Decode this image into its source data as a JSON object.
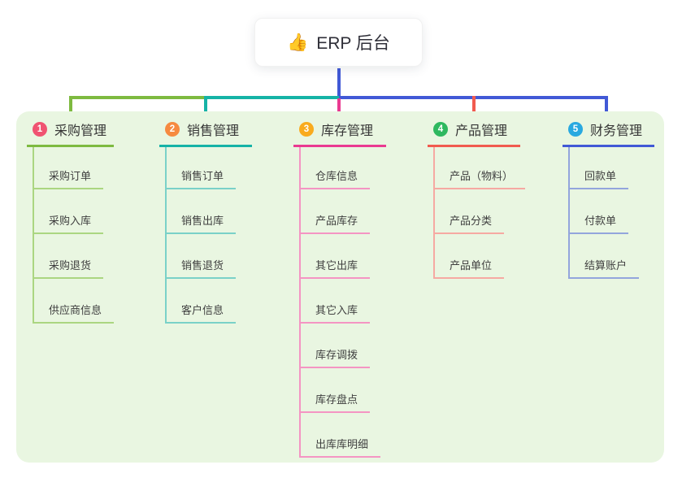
{
  "root": {
    "emoji": "👍",
    "label": "ERP 后台"
  },
  "colors": {
    "panel_bg": "#e9f6e1",
    "root_connector": "#4159d6",
    "text": "#363636"
  },
  "branches": [
    {
      "index": "1",
      "label": "采购管理",
      "badge_color": "#f05371",
      "line_color": "#7eba40",
      "child_line_color": "#abd681",
      "children": [
        "采购订单",
        "采购入库",
        "采购退货",
        "供应商信息"
      ]
    },
    {
      "index": "2",
      "label": "销售管理",
      "badge_color": "#f68a40",
      "line_color": "#16b3a6",
      "child_line_color": "#7ad1c8",
      "children": [
        "销售订单",
        "销售出库",
        "销售退货",
        "客户信息"
      ]
    },
    {
      "index": "3",
      "label": "库存管理",
      "badge_color": "#f9ab1e",
      "line_color": "#ea3a91",
      "child_line_color": "#f495c3",
      "children": [
        "仓库信息",
        "产品库存",
        "其它出库",
        "其它入库",
        "库存调拨",
        "库存盘点",
        "出库库明细"
      ]
    },
    {
      "index": "4",
      "label": "产品管理",
      "badge_color": "#2eb85f",
      "line_color": "#f15b4f",
      "child_line_color": "#f6a9a2",
      "children": [
        "产品（物料）",
        "产品分类",
        "产品单位"
      ]
    },
    {
      "index": "5",
      "label": "财务管理",
      "badge_color": "#29a9e0",
      "line_color": "#4159d6",
      "child_line_color": "#93a5dc",
      "children": [
        "回款单",
        "付款单",
        "结算账户"
      ]
    }
  ]
}
